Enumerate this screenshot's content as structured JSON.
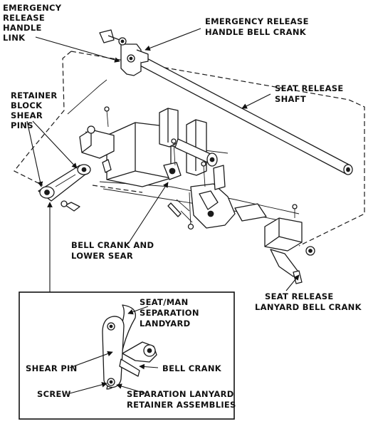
{
  "labels": {
    "emergency_release_handle_link": [
      "EMERGENCY",
      "RELEASE",
      "HANDLE",
      "LINK"
    ],
    "emergency_release_handle_bell_crank": [
      "EMERGENCY RELEASE",
      "HANDLE BELL CRANK"
    ],
    "seat_release_shaft": [
      "SEAT RELEASE",
      "SHAFT"
    ],
    "retainer_block_shear_pins": [
      "RETAINER",
      "BLOCK",
      "SHEAR",
      "PINS"
    ],
    "bell_crank_and_lower_sear": [
      "BELL CRANK AND",
      "LOWER SEAR"
    ],
    "seat_release_lanyard_bell_crank": [
      "SEAT RELEASE",
      "LANYARD BELL CRANK"
    ]
  },
  "detail": {
    "seat_man_separation_landyard": [
      "SEAT/MAN",
      "SEPARATION",
      "LANDYARD"
    ],
    "shear_pin": "SHEAR PIN",
    "bell_crank": "BELL CRANK",
    "screw": "SCREW",
    "separation_lanyard_retainer_assemblies": [
      "SEPARATION LANYARD",
      "RETAINER ASSEMBLIES"
    ]
  }
}
